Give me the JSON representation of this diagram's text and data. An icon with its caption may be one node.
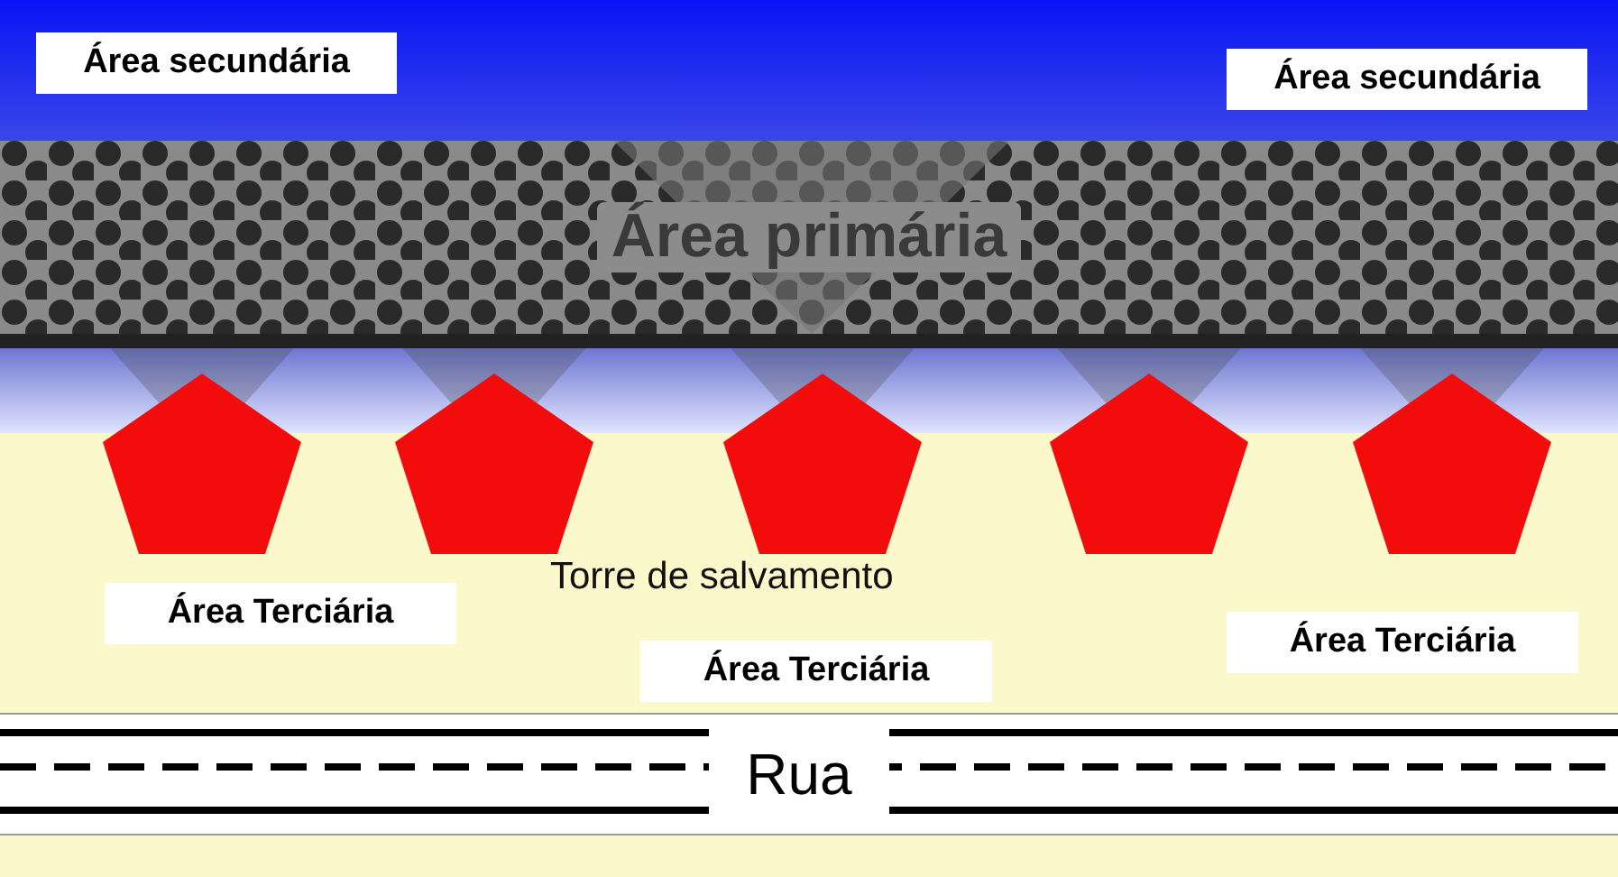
{
  "diagram": {
    "nodes": [
      {
        "text": [
          "Área secundária"
        ]
      },
      {
        "text": [
          "Área secundária"
        ]
      },
      {
        "text": [
          "Área primária"
        ]
      },
      {
        "text": [],
        "shape": "pentagon"
      },
      {
        "text": [],
        "shape": "pentagon"
      },
      {
        "text": [],
        "shape": "pentagon"
      },
      {
        "text": [],
        "shape": "pentagon"
      },
      {
        "text": [],
        "shape": "pentagon"
      },
      {
        "text": [
          "Área Terciária"
        ]
      },
      {
        "text": [
          "Área Terciária"
        ]
      },
      {
        "text": [
          "Área Terciária"
        ]
      },
      {
        "text": [
          "Rua"
        ]
      }
    ],
    "edges": [],
    "labels": [
      "Torre de salvamento"
    ]
  }
}
